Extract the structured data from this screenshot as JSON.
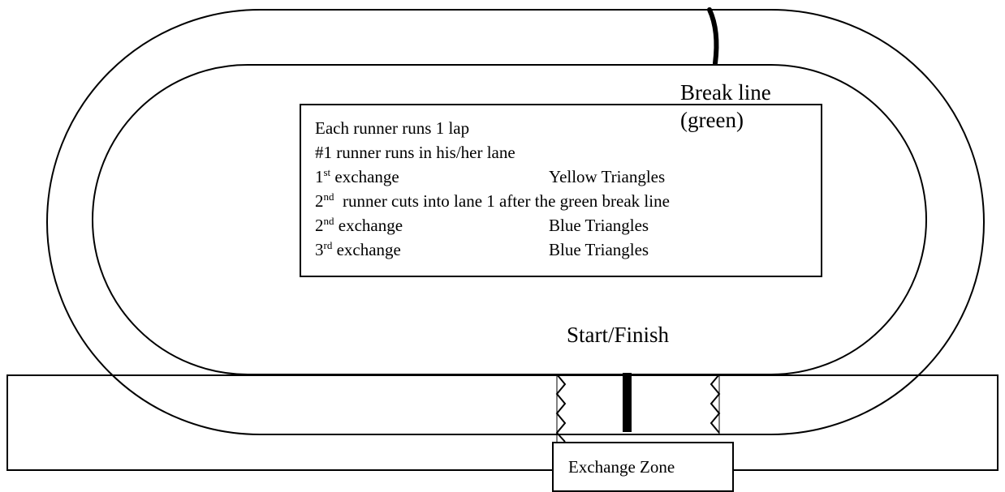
{
  "break_line": {
    "label_line1": "Break line",
    "label_line2": "(green)"
  },
  "instructions": {
    "line1": "Each runner runs 1 lap",
    "line2": "#1 runner runs in his/her lane",
    "line3": {
      "num": "1",
      "sup": "st",
      "text": " exchange",
      "right": "Yellow Triangles"
    },
    "line4": {
      "num": "2",
      "sup": "nd",
      "text": "  runner cuts into lane 1 after the green break line"
    },
    "line5": {
      "num": "2",
      "sup": "nd",
      "text": " exchange",
      "right": "Blue Triangles"
    },
    "line6": {
      "num": "3",
      "sup": "rd",
      "text": " exchange",
      "right": "Blue Triangles"
    }
  },
  "start_finish": "Start/Finish",
  "exchange_zone": "Exchange Zone",
  "colors": {
    "stroke": "#000000",
    "background": "#ffffff"
  }
}
